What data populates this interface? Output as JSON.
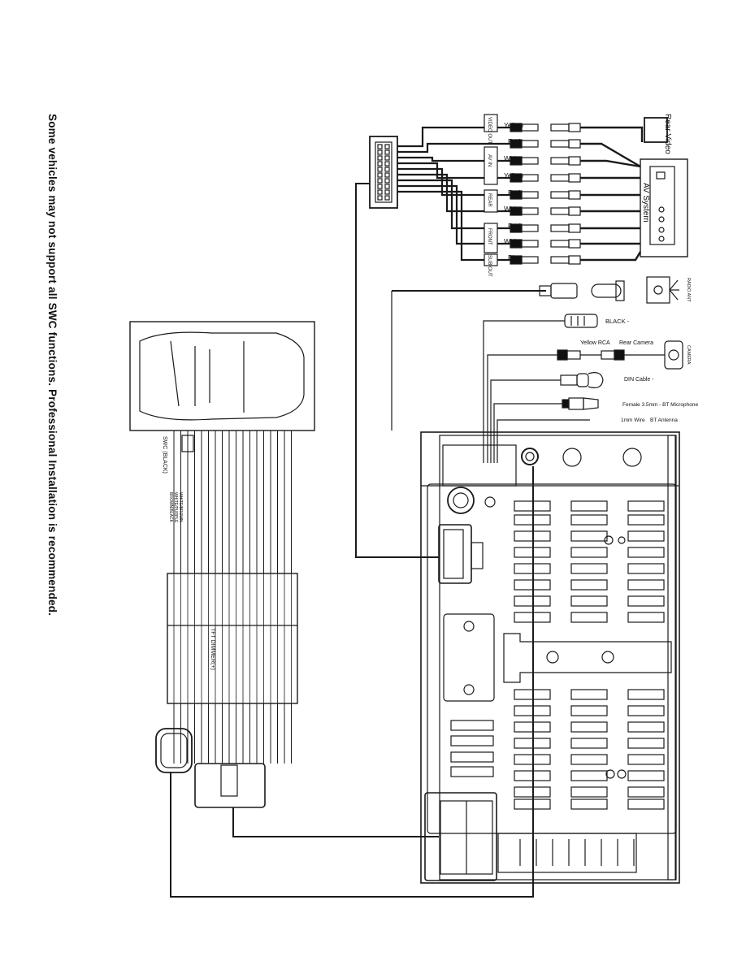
{
  "note": "Some vehicles may not support all SWC functions.   Professional Installation is recommended.",
  "rca": {
    "wire_colors": [
      "Yellow",
      "Red",
      "White",
      "Yellow",
      "Red",
      "White",
      "Red",
      "White",
      "Blue"
    ],
    "group_labels": [
      "VIDEO OUT",
      "AV IN",
      "REAR",
      "FRONT",
      "SUB OUT"
    ]
  },
  "devices": {
    "rear_video": "Rear Video",
    "av_system": "AV System",
    "radio_ant": "RADIO ANT"
  },
  "side_connectors": {
    "black": "BLACK -",
    "yellow_rca": "Yellow RCA",
    "rear_camera": "Rear Camera",
    "camera": "CAMERA",
    "din_cable": "DIN Cable -",
    "mic": "Female 3.5mm - BT Microphone",
    "wire_1mm": "1mm Wire",
    "bt_antenna": "BT Antenna"
  },
  "harness": {
    "swc": "SWC (BLACK)",
    "swc_wires": [
      "BROWN/BLACK",
      "WHITE/PURPLE",
      "WHITE/BROWN"
    ],
    "tft_dimmer": "TFT DIMMER(+)"
  }
}
